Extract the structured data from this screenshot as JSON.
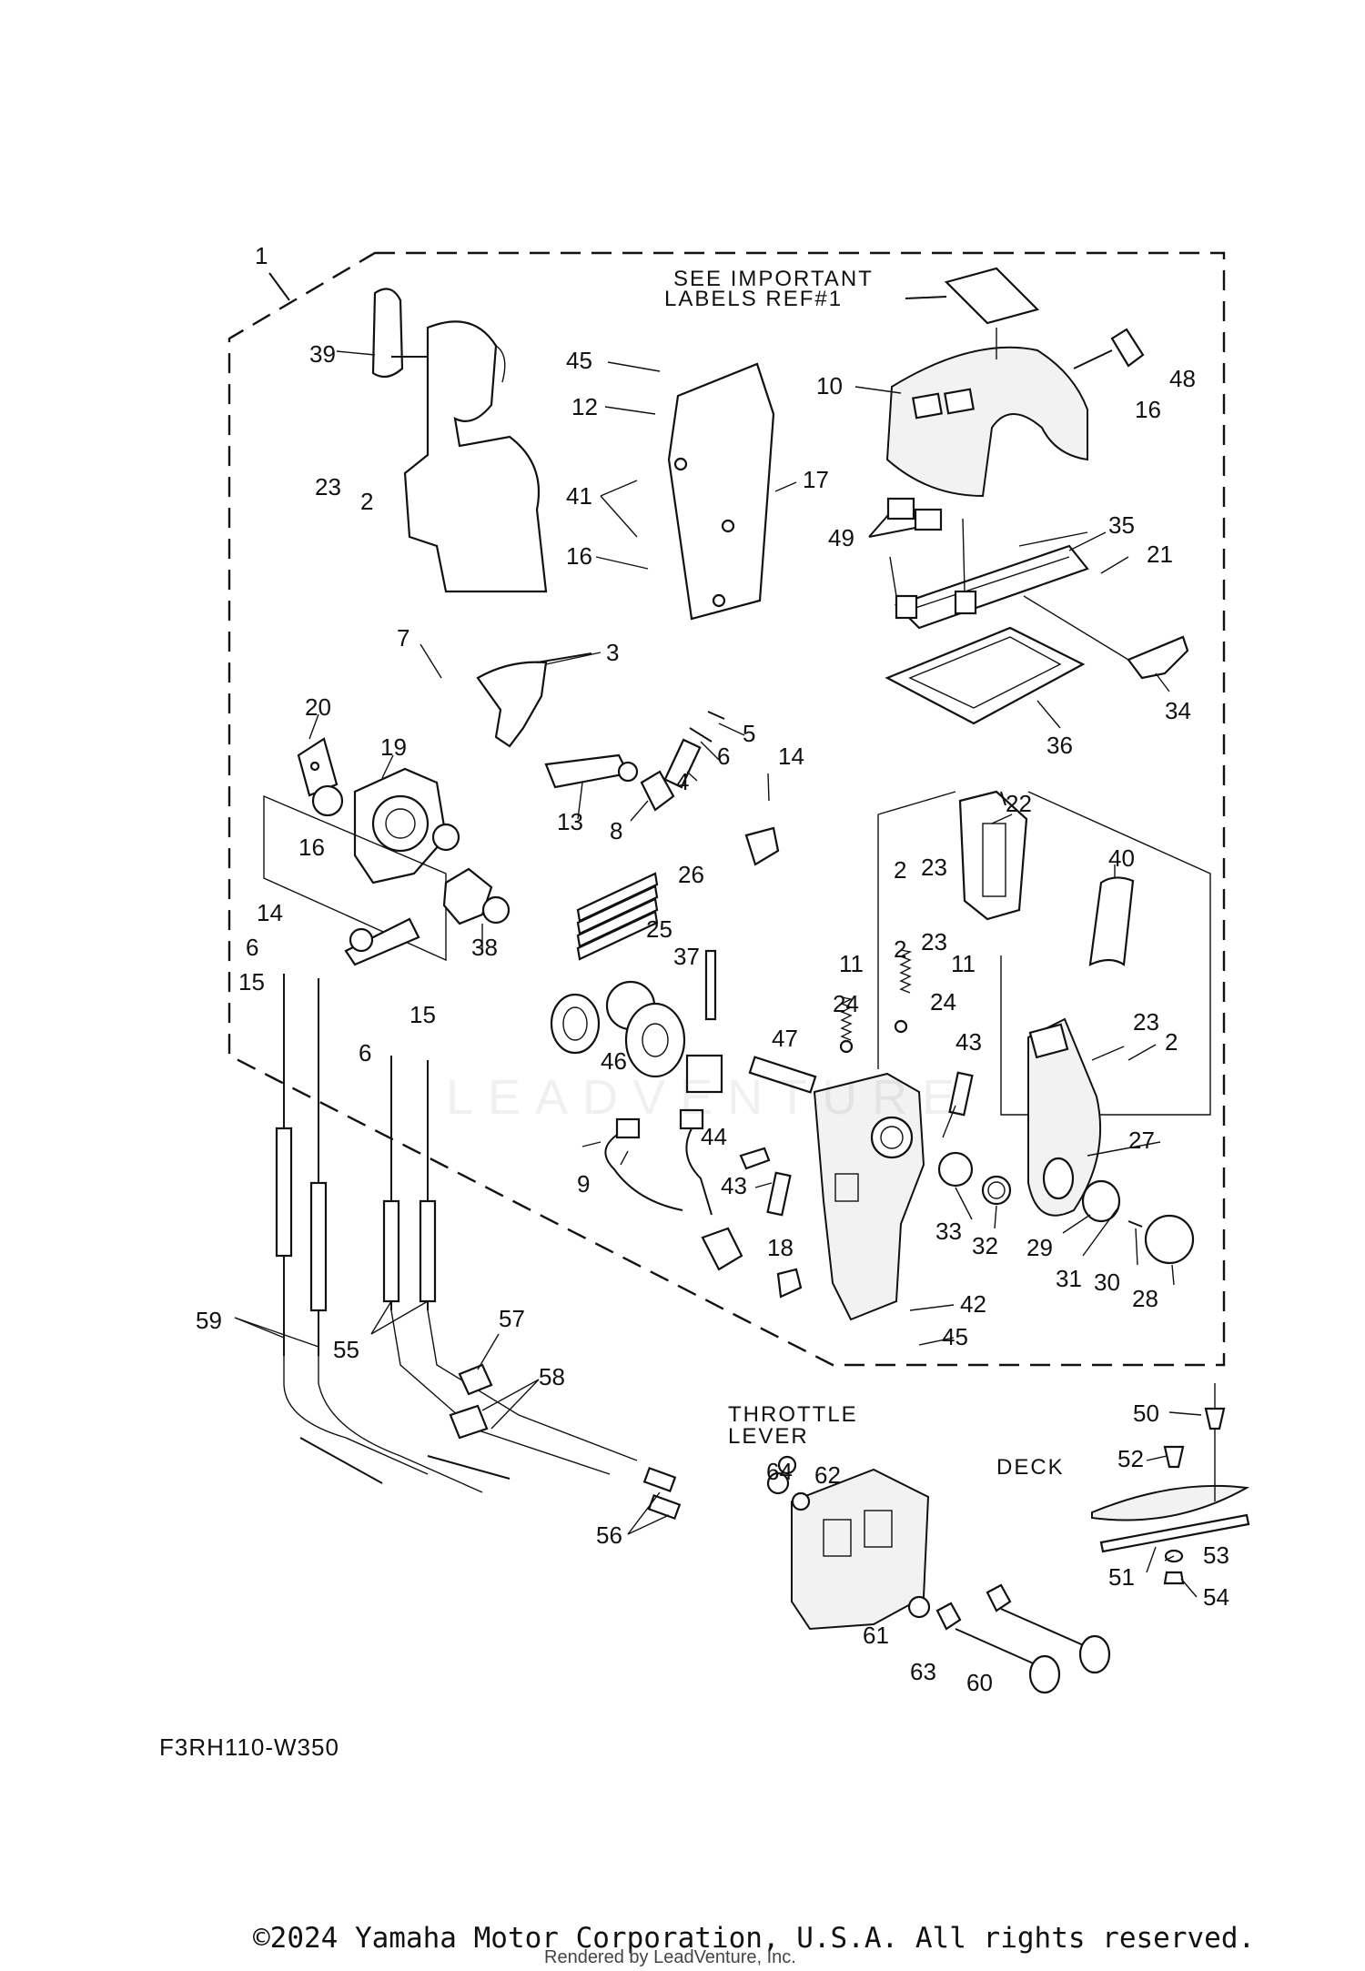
{
  "diagram": {
    "code": "F3RH110-W350",
    "see_important_line1": "SEE IMPORTANT",
    "see_important_line2": "LABELS REF#1",
    "throttle_line1": "THROTTLE",
    "throttle_line2": "LEVER",
    "deck": "DECK",
    "watermark": "LEADVENTURE"
  },
  "footer": {
    "copyright": "©2024 Yamaha Motor Corporation, U.S.A. All rights reserved.",
    "rendered_by": "Rendered by LeadVenture, Inc."
  },
  "part_labels": [
    "1",
    "39",
    "23",
    "2",
    "45",
    "12",
    "41",
    "16",
    "17",
    "10",
    "48",
    "16",
    "49",
    "35",
    "21",
    "34",
    "36",
    "7",
    "3",
    "20",
    "19",
    "16",
    "14",
    "6",
    "15",
    "6",
    "15",
    "38",
    "13",
    "5",
    "6",
    "4",
    "8",
    "14",
    "26",
    "25",
    "37",
    "22",
    "40",
    "2",
    "23",
    "2",
    "23",
    "11",
    "11",
    "24",
    "24",
    "23",
    "2",
    "46",
    "47",
    "43",
    "44",
    "9",
    "43",
    "27",
    "33",
    "32",
    "29",
    "31",
    "30",
    "28",
    "18",
    "42",
    "45",
    "59",
    "55",
    "57",
    "58",
    "56",
    "64",
    "62",
    "61",
    "63",
    "60",
    "50",
    "52",
    "53",
    "51",
    "54"
  ]
}
